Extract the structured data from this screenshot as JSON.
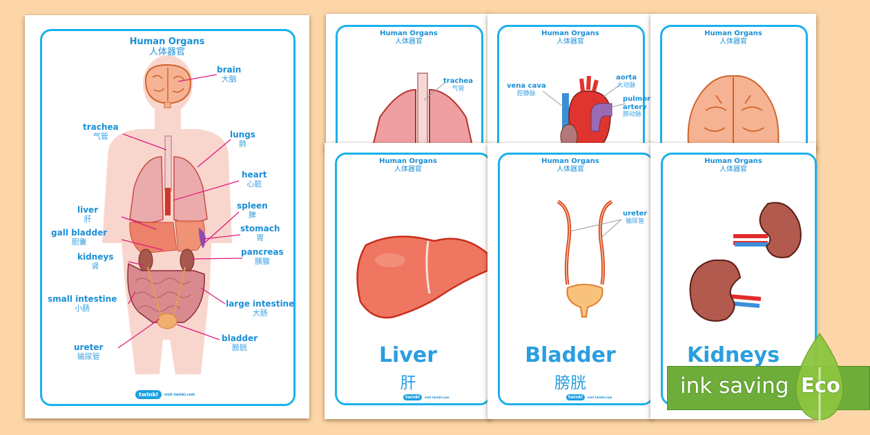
{
  "poster": {
    "title": "Human Organs",
    "title_zh": "人体器官",
    "labels": [
      {
        "en": "brain",
        "zh": "大脑"
      },
      {
        "en": "trachea",
        "zh": "气管"
      },
      {
        "en": "lungs",
        "zh": "肺"
      },
      {
        "en": "heart",
        "zh": "心脏"
      },
      {
        "en": "liver",
        "zh": "肝"
      },
      {
        "en": "spleen",
        "zh": "脾"
      },
      {
        "en": "gall bladder",
        "zh": "胆囊"
      },
      {
        "en": "stomach",
        "zh": "胃"
      },
      {
        "en": "kidneys",
        "zh": "肾"
      },
      {
        "en": "pancreas",
        "zh": "胰腺"
      },
      {
        "en": "small intestine",
        "zh": "小肠"
      },
      {
        "en": "large intestine",
        "zh": "大肠"
      },
      {
        "en": "ureter",
        "zh": "输尿管"
      },
      {
        "en": "bladder",
        "zh": "膀胱"
      }
    ],
    "logo": "twinkl",
    "url": "visit twinkl.com"
  },
  "cards": {
    "header": "Human Organs",
    "header_zh": "人体器官",
    "lungs": {
      "label_en": "trachea",
      "label_zh": "气管"
    },
    "heart": {
      "labels": [
        {
          "en": "vena cava",
          "zh": "腔静脉"
        },
        {
          "en": "aorta",
          "zh": "大动脉"
        },
        {
          "en": "pulmonary artery",
          "zh": "肺动脉"
        }
      ]
    },
    "brain": {},
    "liver": {
      "name": "Liver",
      "name_zh": "肝"
    },
    "bladder": {
      "name": "Bladder",
      "name_zh": "膀胱",
      "label_en": "ureter",
      "label_zh": "输尿管"
    },
    "kidneys": {
      "name": "Kidneys"
    },
    "logo": "twinkl",
    "url": "visit twinkl.com"
  },
  "badge": {
    "text": "ink saving",
    "eco": "Eco",
    "colors": {
      "green": "#6fad3a",
      "leaf": "#8cc63f"
    }
  },
  "colors": {
    "background": "#fcd6a8",
    "frame": "#1ab0ec",
    "label_text": "#1a8fd6",
    "leader_line": "#e0197d"
  }
}
